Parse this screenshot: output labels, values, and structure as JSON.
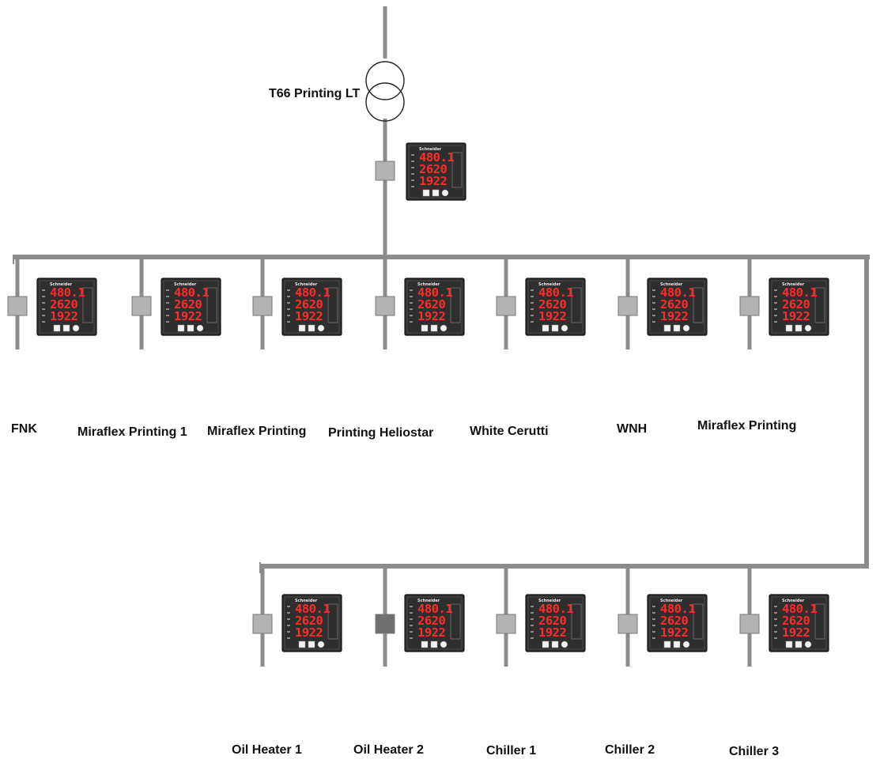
{
  "transformer": {
    "label": "T66 Printing LT"
  },
  "meter": {
    "readings": [
      "480.1",
      "2620",
      "1922"
    ],
    "brand": "Schneider"
  },
  "colors": {
    "busbar": "#8c8c8c",
    "breaker": "#b3b3b3",
    "breaker_dark": "#6f6f6f",
    "meter_body": "#2e2e2e",
    "display": "#ff2b2b"
  },
  "upper_feeders": [
    {
      "label": "FNK"
    },
    {
      "label": "Miraflex Printing 1"
    },
    {
      "label": "Miraflex Printing"
    },
    {
      "label": "Printing Heliostar"
    },
    {
      "label": "White Cerutti"
    },
    {
      "label": "WNH"
    },
    {
      "label": "Miraflex Printing"
    }
  ],
  "lower_feeders": [
    {
      "label": "Oil Heater 1"
    },
    {
      "label": "Oil Heater 2"
    },
    {
      "label": "Chiller 1"
    },
    {
      "label": "Chiller 2"
    },
    {
      "label": "Chiller 3"
    }
  ]
}
